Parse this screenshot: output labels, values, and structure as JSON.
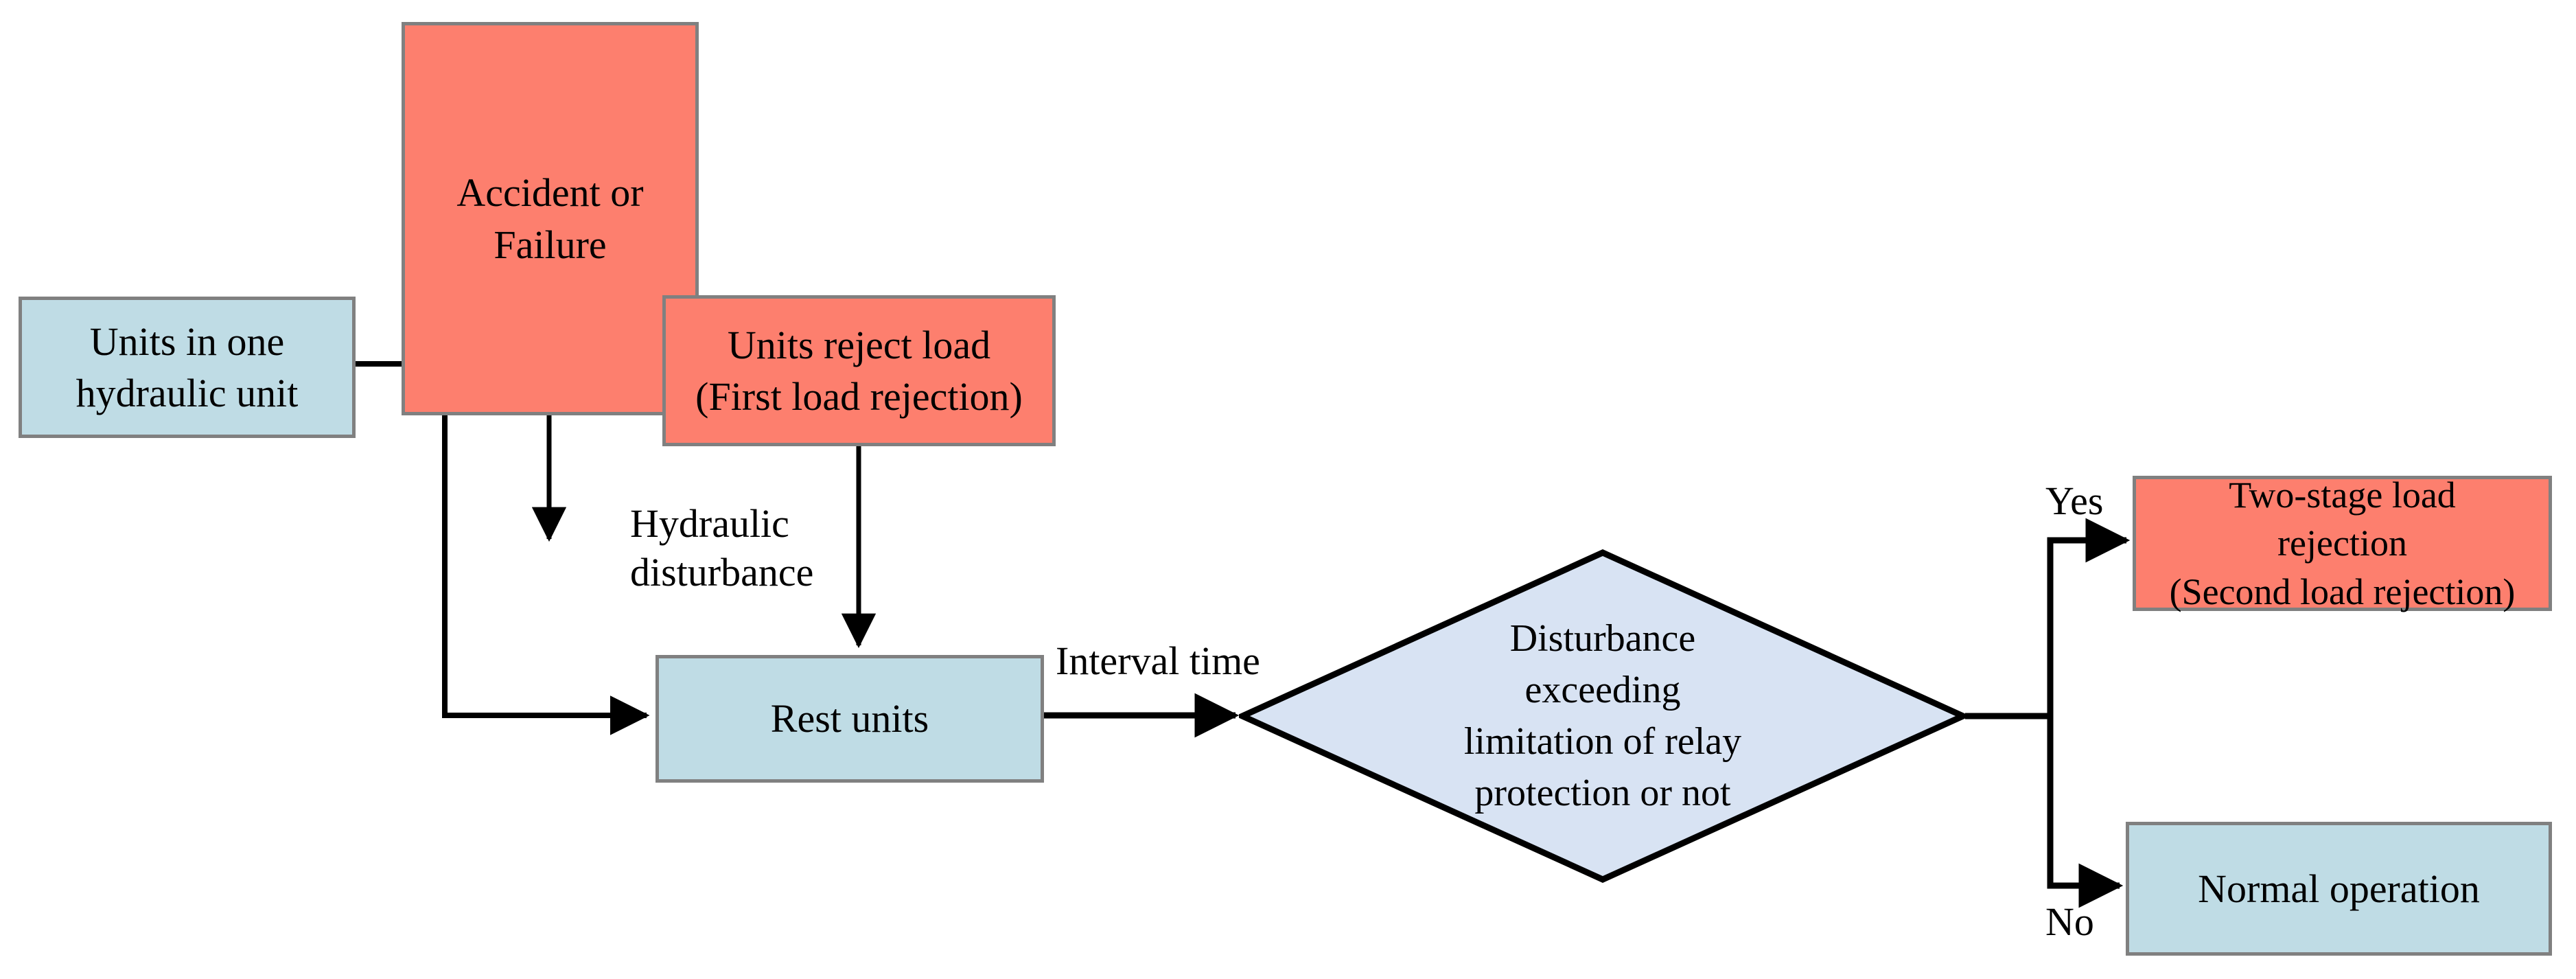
{
  "diagram": {
    "type": "flowchart",
    "title": "Two-stage load rejection decision flowchart",
    "background_color": "#ffffff",
    "palette": {
      "event_fill": "#fd7f6e",
      "state_fill": "#bfdce5",
      "decision_fill": "#d8e3f3",
      "node_border": "#808080",
      "decision_border": "#000000",
      "connector": "#000000",
      "text": "#000000"
    },
    "nodes": {
      "accident": {
        "shape": "rectangle",
        "kind": "event",
        "lines": [
          "Accident or",
          "Failure"
        ]
      },
      "units_hydraulic": {
        "shape": "rectangle",
        "kind": "state",
        "lines": [
          "Units in one",
          "hydraulic unit"
        ]
      },
      "units_reject": {
        "shape": "rectangle",
        "kind": "event",
        "lines": [
          "Units reject load",
          "(First load rejection)"
        ]
      },
      "rest_units": {
        "shape": "rectangle",
        "kind": "state",
        "lines": [
          "Rest units"
        ]
      },
      "decision": {
        "shape": "diamond",
        "kind": "decision",
        "lines": [
          "Disturbance",
          "exceeding",
          "limitation of relay",
          "protection or not"
        ]
      },
      "two_stage": {
        "shape": "rectangle",
        "kind": "event",
        "lines": [
          "Two-stage load",
          "rejection",
          "(Second load rejection)"
        ]
      },
      "normal": {
        "shape": "rectangle",
        "kind": "state",
        "lines": [
          "Normal operation"
        ]
      }
    },
    "edge_labels": {
      "hydraulic_disturbance": [
        "Hydraulic",
        "disturbance"
      ],
      "interval_time": [
        "Interval time"
      ],
      "yes": [
        "Yes"
      ],
      "no": [
        "No"
      ]
    }
  }
}
